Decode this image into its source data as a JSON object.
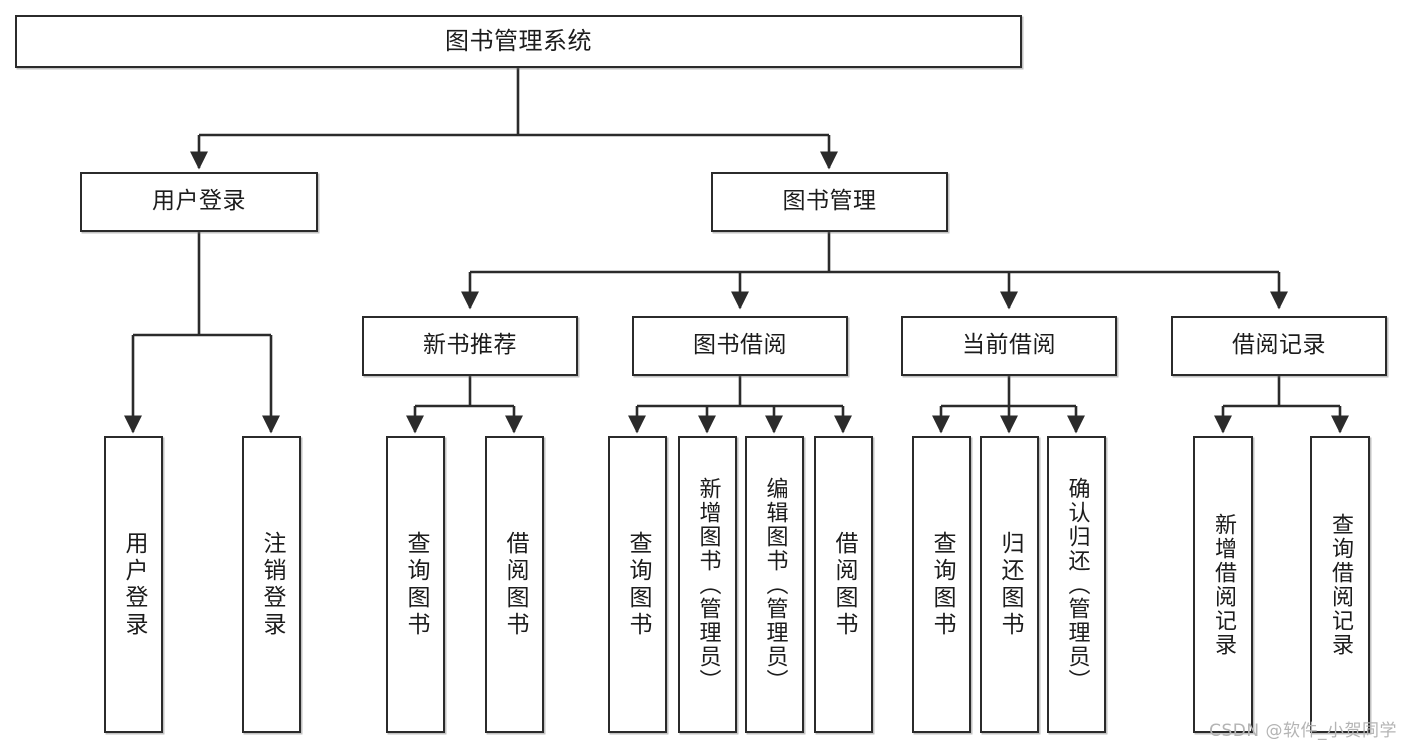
{
  "diagram": {
    "title": "图书管理系统",
    "type": "function-structure-tree",
    "watermark": "CSDN @软件_小贺同学",
    "colors": {
      "box_border": "#2b2b2b",
      "box_fill": "#ffffff",
      "connector": "#2b2b2b",
      "text": "#1c1c1c",
      "watermark": "#b4b4b4",
      "background": "#ffffff"
    },
    "levels": {
      "root": {
        "label": "图书管理系统"
      },
      "level2": [
        {
          "id": "user-login",
          "label": "用户登录"
        },
        {
          "id": "book-manage",
          "label": "图书管理"
        }
      ],
      "level3": [
        {
          "id": "new-book-recommend",
          "label": "新书推荐",
          "parent": "book-manage"
        },
        {
          "id": "book-borrow",
          "label": "图书借阅",
          "parent": "book-manage"
        },
        {
          "id": "current-borrow",
          "label": "当前借阅",
          "parent": "book-manage"
        },
        {
          "id": "borrow-record",
          "label": "借阅记录",
          "parent": "book-manage"
        }
      ],
      "leaves": [
        {
          "id": "leaf-user-login",
          "label": "用户登录",
          "parent": "user-login"
        },
        {
          "id": "leaf-logout",
          "label": "注销登录",
          "parent": "user-login"
        },
        {
          "id": "leaf-query-book-1",
          "label": "查询图书",
          "parent": "new-book-recommend"
        },
        {
          "id": "leaf-borrow-book-1",
          "label": "借阅图书",
          "parent": "new-book-recommend"
        },
        {
          "id": "leaf-query-book-2",
          "label": "查询图书",
          "parent": "book-borrow"
        },
        {
          "id": "leaf-add-book",
          "label": "新增图书（管理员）",
          "parent": "book-borrow"
        },
        {
          "id": "leaf-edit-book",
          "label": "编辑图书（管理员）",
          "parent": "book-borrow"
        },
        {
          "id": "leaf-borrow-book-2",
          "label": "借阅图书",
          "parent": "book-borrow"
        },
        {
          "id": "leaf-query-book-3",
          "label": "查询图书",
          "parent": "current-borrow"
        },
        {
          "id": "leaf-return-book",
          "label": "归还图书",
          "parent": "current-borrow"
        },
        {
          "id": "leaf-confirm-return",
          "label": "确认归还（管理员）",
          "parent": "current-borrow"
        },
        {
          "id": "leaf-add-record",
          "label": "新增借阅记录",
          "parent": "borrow-record"
        },
        {
          "id": "leaf-query-record",
          "label": "查询借阅记录",
          "parent": "borrow-record"
        }
      ]
    }
  }
}
